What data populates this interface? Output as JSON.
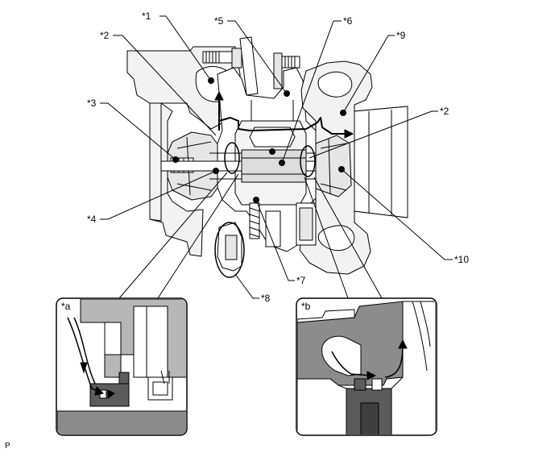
{
  "callouts": {
    "c1": "*1",
    "c2_top": "*2",
    "c2_right": "*2",
    "c3": "*3",
    "c4": "*4",
    "c5": "*5",
    "c6": "*6",
    "c7": "*7",
    "c8": "*8",
    "c9": "*9",
    "c10": "*10"
  },
  "details": {
    "a_label": "*a",
    "b_label": "*b"
  },
  "corner_code": "P",
  "colors": {
    "line": "#000000",
    "light_gray": "#b7b7b7",
    "mid_gray": "#8c8c8c",
    "dark_gray": "#5c5c5c",
    "white": "#ffffff"
  }
}
